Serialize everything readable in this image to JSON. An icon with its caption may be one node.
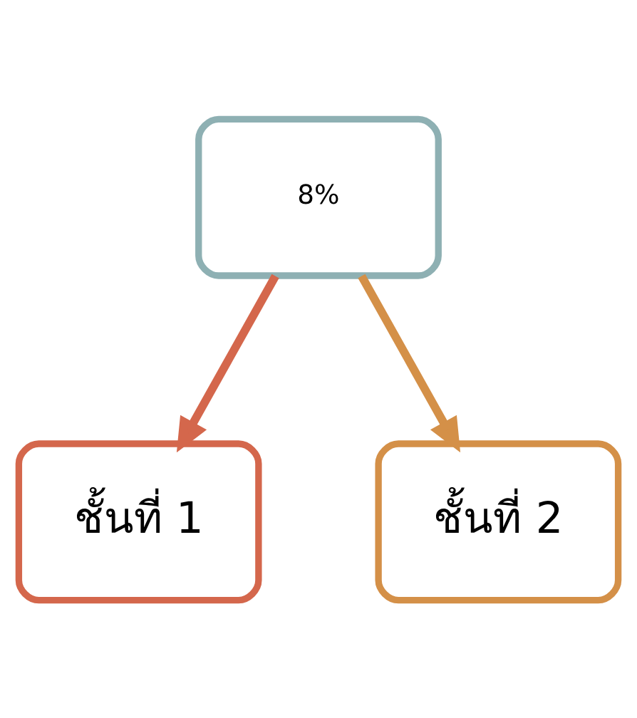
{
  "diagram": {
    "nodes": [
      {
        "text": [
          "8%"
        ]
      },
      {
        "text": [
          "ชั้นที่ 1"
        ]
      },
      {
        "text": [
          "ชั้นที่ 2"
        ]
      }
    ],
    "edges": [
      {
        "from": 0,
        "to": 1,
        "arrow": "to",
        "color": "#d4674c"
      },
      {
        "from": 0,
        "to": 2,
        "arrow": "to",
        "color": "#d49048"
      }
    ]
  }
}
